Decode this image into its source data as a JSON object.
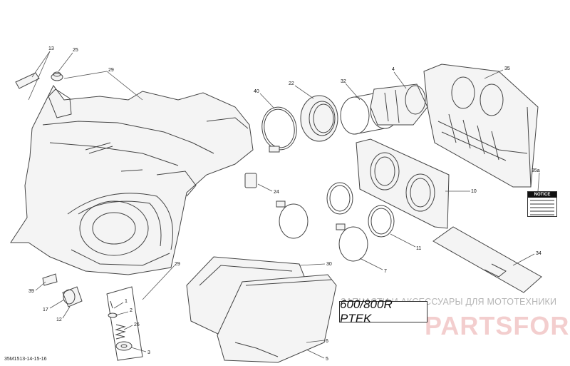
{
  "diagram": {
    "reference_code": "35M1513-14-15-16",
    "model_label": "600/800R PTEK",
    "watermark_text": "ЗАПЧАСТИ И АКСЕССУАРЫ ДЛЯ МОТОТЕХНИКИ",
    "watermark_brand": "PARTSFOR.RU",
    "notice_label": "NOTICE",
    "callouts": [
      {
        "id": "13",
        "label": "13"
      },
      {
        "id": "25",
        "label": "25"
      },
      {
        "id": "29a",
        "label": "29"
      },
      {
        "id": "40",
        "label": "40"
      },
      {
        "id": "22",
        "label": "22"
      },
      {
        "id": "32",
        "label": "32"
      },
      {
        "id": "4",
        "label": "4"
      },
      {
        "id": "35",
        "label": "35"
      },
      {
        "id": "35a",
        "label": "35a"
      },
      {
        "id": "24",
        "label": "24"
      },
      {
        "id": "10",
        "label": "10"
      },
      {
        "id": "11",
        "label": "11"
      },
      {
        "id": "7",
        "label": "7"
      },
      {
        "id": "34",
        "label": "34"
      },
      {
        "id": "30",
        "label": "30"
      },
      {
        "id": "29b",
        "label": "29"
      },
      {
        "id": "39",
        "label": "39"
      },
      {
        "id": "17",
        "label": "17"
      },
      {
        "id": "12",
        "label": "12"
      },
      {
        "id": "1",
        "label": "1"
      },
      {
        "id": "2",
        "label": "2"
      },
      {
        "id": "26",
        "label": "26"
      },
      {
        "id": "3",
        "label": "3"
      },
      {
        "id": "6",
        "label": "6"
      },
      {
        "id": "5",
        "label": "5"
      }
    ]
  }
}
